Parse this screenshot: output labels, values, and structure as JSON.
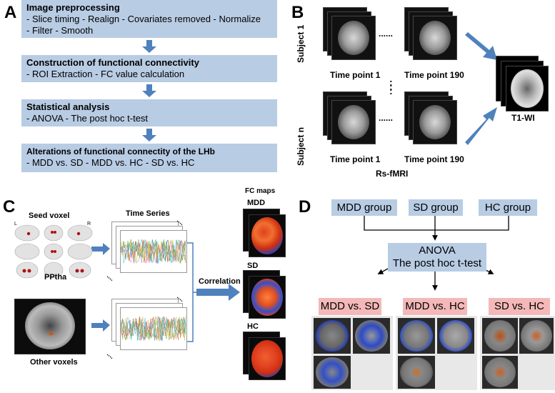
{
  "panels": {
    "a": "A",
    "b": "B",
    "c": "C",
    "d": "D"
  },
  "panel_a": {
    "box1": {
      "title": "Image preprocessing",
      "line1": "- Slice timing   - Realign   - Covariates removed   - Normalize",
      "line2": "- Filter    - Smooth"
    },
    "box2": {
      "title": "Construction of functional connectivity",
      "line1": "- ROI Extraction    - FC value calculation"
    },
    "box3": {
      "title": "Statistical analysis",
      "line1": "- ANOVA    - The post hoc t-test"
    },
    "box4": {
      "title": "Alterations of functional connectity of the LHb",
      "line1": "- MDD vs. SD    - MDD vs. HC   - SD vs. HC"
    }
  },
  "panel_b": {
    "subject1": "Subject 1",
    "subjectn": "Subject n",
    "tp1_top": "Time point 1",
    "tp190_top": "Time point 190",
    "tp1_bottom": "Time point 1",
    "tp190_bottom": "Time point 190",
    "t1": "T1-WI",
    "rs": "Rs-fMRI",
    "dots_h": "......",
    "dots_v": ":"
  },
  "panel_c": {
    "seed": "Seed voxel",
    "ppt": "PPtha",
    "time_series": "Time Series",
    "correlation": "Correlation",
    "other": "Other voxels",
    "fc_maps": "FC maps",
    "mdd": "MDD",
    "sd": "SD",
    "hc": "HC",
    "corner_l": "L",
    "corner_r": "R"
  },
  "panel_d": {
    "mdd_group": "MDD group",
    "sd_group": "SD group",
    "hc_group": "HC group",
    "anova1": "ANOVA",
    "anova2": "The post hoc t-test",
    "c1": "MDD vs. SD",
    "c2": "MDD vs. HC",
    "c3": "SD vs. HC"
  },
  "colors": {
    "box_blue": "#b8cce4",
    "box_pink": "#f4b8b8",
    "arrow_blue": "#4f81bd",
    "panel_grey": "#e8e8e8"
  }
}
